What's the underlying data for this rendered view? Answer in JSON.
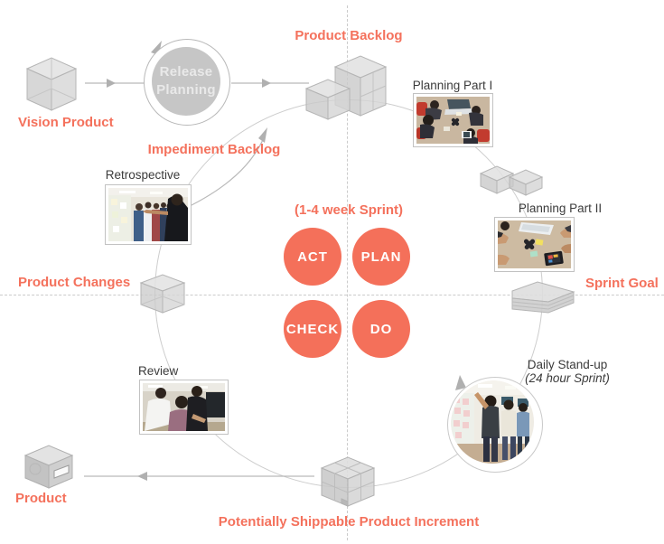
{
  "diagram": {
    "title_center": "(1-4 week Sprint)",
    "colors": {
      "accent": "#f4715c",
      "pdca_circle": "#f4705a",
      "icon_gray": "#c9c9c9",
      "line_gray": "#c2c2c2"
    }
  },
  "labels": {
    "vision_product": "Vision Product",
    "release_planning_line1": "Release",
    "release_planning_line2": "Planning",
    "product_backlog": "Product Backlog",
    "impediment_backlog": "Impediment Backlog",
    "retrospective": "Retrospective",
    "planning_part_1": "Planning Part I",
    "planning_part_2": "Planning Part II",
    "sprint_goal": "Sprint Goal",
    "sprint_duration": "(1-4 week Sprint)",
    "daily_standup": "Daily Stand-up",
    "daily_standup_sub": "(24 hour Sprint)",
    "review": "Review",
    "product_changes": "Product Changes",
    "product": "Product",
    "increment": "Potentially Shippable Product Increment"
  },
  "pdca": [
    {
      "label": "ACT"
    },
    {
      "label": "PLAN"
    },
    {
      "label": "CHECK"
    },
    {
      "label": "DO"
    }
  ]
}
